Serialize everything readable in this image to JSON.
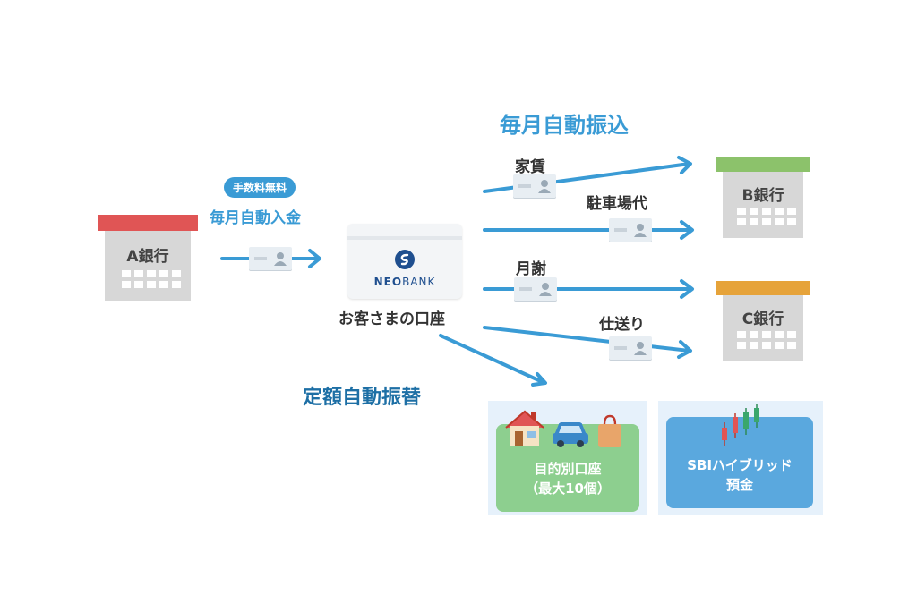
{
  "colors": {
    "arrow": "#3a9bd5",
    "heading": "#3a9bd5",
    "heading_dark": "#1d6fa5",
    "bank_a_roof": "#e05555",
    "bank_b_roof": "#8cc26b",
    "bank_c_roof": "#e6a33a",
    "bank_body": "#d7d7d7",
    "purpose_panel": "#8dcf8f",
    "hybrid_panel": "#5aa8de"
  },
  "source_bank": {
    "name": "A銀行"
  },
  "fee_badge": "手数料無料",
  "auto_deposit_label": "毎月自動入金",
  "customer_account": {
    "logo_text_bold": "NEO",
    "logo_text_light": "BANK",
    "label": "お客さまの口座",
    "logo_icon": "neobank-s-icon"
  },
  "auto_transfer_title": "毎月自動振込",
  "payments": [
    {
      "label": "家賃"
    },
    {
      "label": "駐車場代"
    },
    {
      "label": "月謝"
    },
    {
      "label": "仕送り"
    }
  ],
  "destination_banks": [
    {
      "name": "B銀行"
    },
    {
      "name": "C銀行"
    }
  ],
  "fixed_transfer_label": "定額自動振替",
  "purpose_account": {
    "line1": "目的別口座",
    "line2": "（最大10個）",
    "icons": [
      "house-icon",
      "car-icon",
      "shopping-bag-icon"
    ]
  },
  "hybrid_deposit": {
    "line1": "SBIハイブリッド",
    "line2": "預金",
    "icon": "candlestick-chart-icon"
  }
}
